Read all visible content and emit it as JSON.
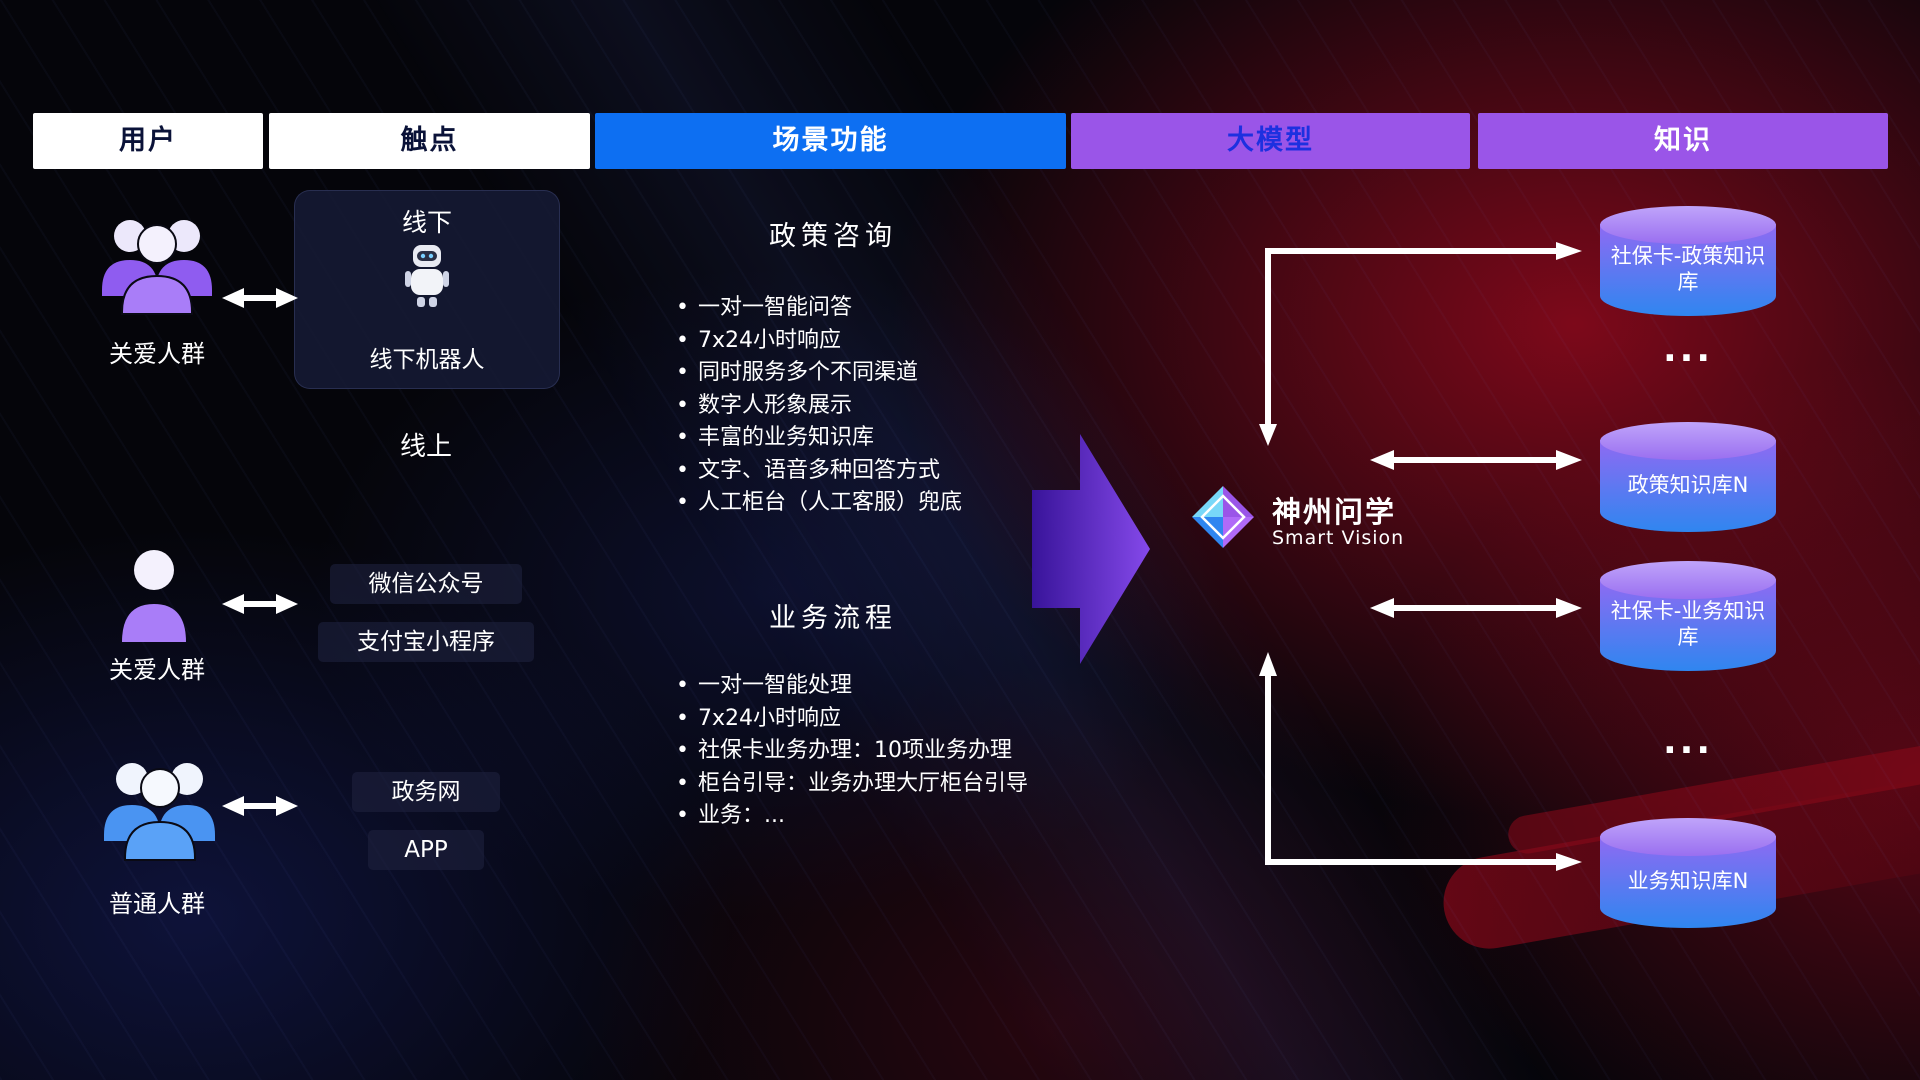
{
  "palette": {
    "scene_blue": "#0d6ff2",
    "model_purple": "#9a55e8",
    "model_header_text_blue": "#1d30e0",
    "header_white": "#ffffff",
    "header_dark_text": "#0a1238",
    "cylinder_top": "#c0a4fa",
    "cylinder_body_top": "#8f6af2",
    "cylinder_body_bottom": "#2f86f0",
    "big_arrow_purple_dark": "#3a14a0",
    "big_arrow_purple_light": "#8a4cf5",
    "arrow_white": "#ffffff",
    "people_purple": "#a97df8",
    "people_blue": "#5aa2f7"
  },
  "header": {
    "users": "用户",
    "touchpoints": "触点",
    "scene": "场景功能",
    "model": "大模型",
    "knowledge": "知识"
  },
  "users": {
    "group1_label": "关爱人群",
    "person_label": "关爱人群",
    "group2_label": "普通人群"
  },
  "touchpoints": {
    "offline_title": "线下",
    "offline_caption": "线下机器人",
    "online_title": "线上",
    "channels": [
      "微信公众号",
      "支付宝小程序",
      "政务网",
      "APP"
    ]
  },
  "scenes": {
    "policy": {
      "title": "政策咨询",
      "items": [
        "一对一智能问答",
        "7x24小时响应",
        "同时服务多个不同渠道",
        "数字人形象展示",
        "丰富的业务知识库",
        "文字、语音多种回答方式",
        "人工柜台（人工客服）兜底"
      ]
    },
    "business": {
      "title": "业务流程",
      "items": [
        "一对一智能处理",
        "7x24小时响应",
        "社保卡业务办理：10项业务办理",
        "柜台引导：业务办理大厅柜台引导",
        "业务：..."
      ]
    }
  },
  "model": {
    "name": "神州问学",
    "subtitle": "Smart Vision"
  },
  "knowledge": {
    "db1": "社保卡-政策知识库",
    "ellipsis1": "...",
    "db2": "政策知识库N",
    "db3": "社保卡-业务知识库",
    "ellipsis2": "...",
    "db4": "业务知识库N"
  }
}
